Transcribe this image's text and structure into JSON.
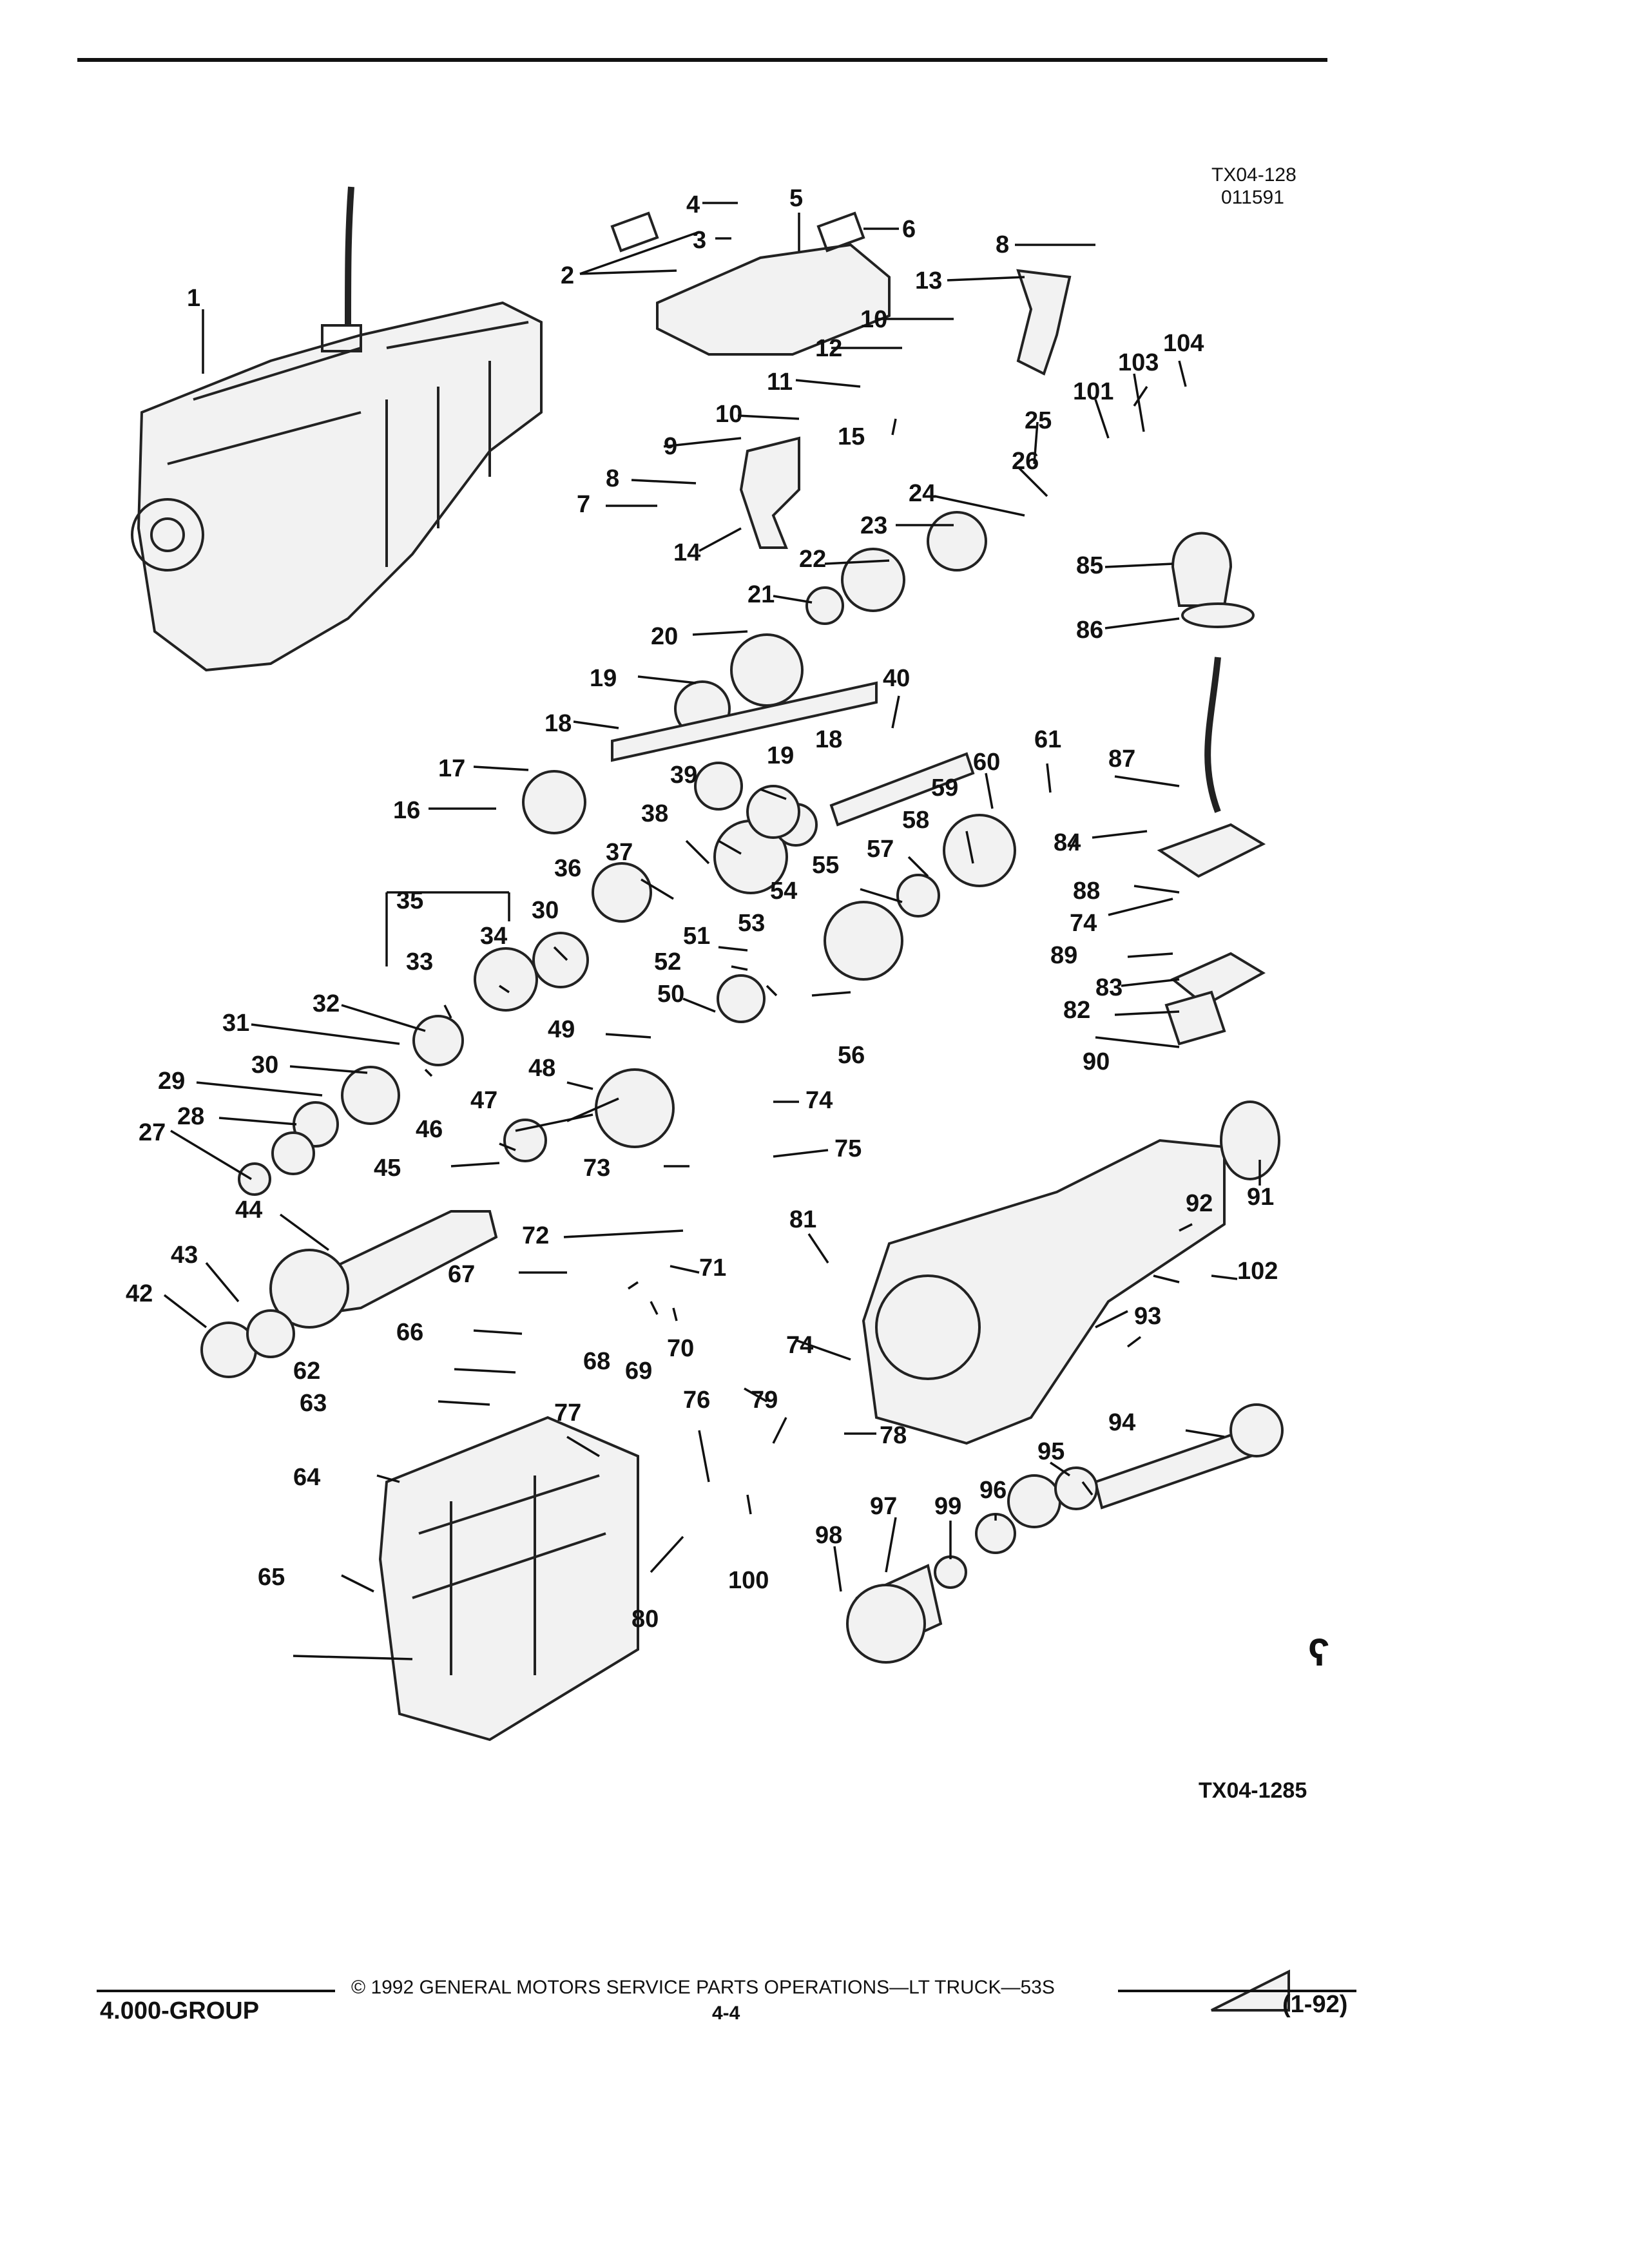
{
  "figure": {
    "ref_top": "TX04-128",
    "ref_top_sub": "011591",
    "ref_bottom": "TX04-1285",
    "logo_glyph": "ʕ"
  },
  "footer": {
    "group": "4.000-GROUP",
    "copyright": "© 1992 GENERAL MOTORS SERVICE PARTS OPERATIONS—LT TRUCK—53S",
    "page_number": "4-4",
    "revision": "(1-92)"
  },
  "callouts": [
    "1",
    "2",
    "3",
    "4",
    "5",
    "6",
    "7",
    "8",
    "9",
    "10",
    "11",
    "12",
    "13",
    "14",
    "15",
    "16",
    "17",
    "18",
    "19",
    "20",
    "21",
    "22",
    "23",
    "24",
    "25",
    "26",
    "27",
    "28",
    "29",
    "30",
    "31",
    "32",
    "33",
    "34",
    "35",
    "36",
    "37",
    "38",
    "39",
    "40",
    "42",
    "43",
    "44",
    "45",
    "46",
    "47",
    "48",
    "49",
    "50",
    "51",
    "52",
    "53",
    "54",
    "55",
    "56",
    "57",
    "58",
    "59",
    "60",
    "61",
    "62",
    "63",
    "64",
    "65",
    "66",
    "67",
    "68",
    "69",
    "70",
    "71",
    "72",
    "73",
    "74",
    "75",
    "76",
    "77",
    "78",
    "79",
    "80",
    "81",
    "82",
    "83",
    "84",
    "85",
    "86",
    "87",
    "88",
    "89",
    "90",
    "91",
    "92",
    "93",
    "94",
    "95",
    "96",
    "97",
    "98",
    "99",
    "100",
    "101",
    "102",
    "103",
    "104"
  ]
}
